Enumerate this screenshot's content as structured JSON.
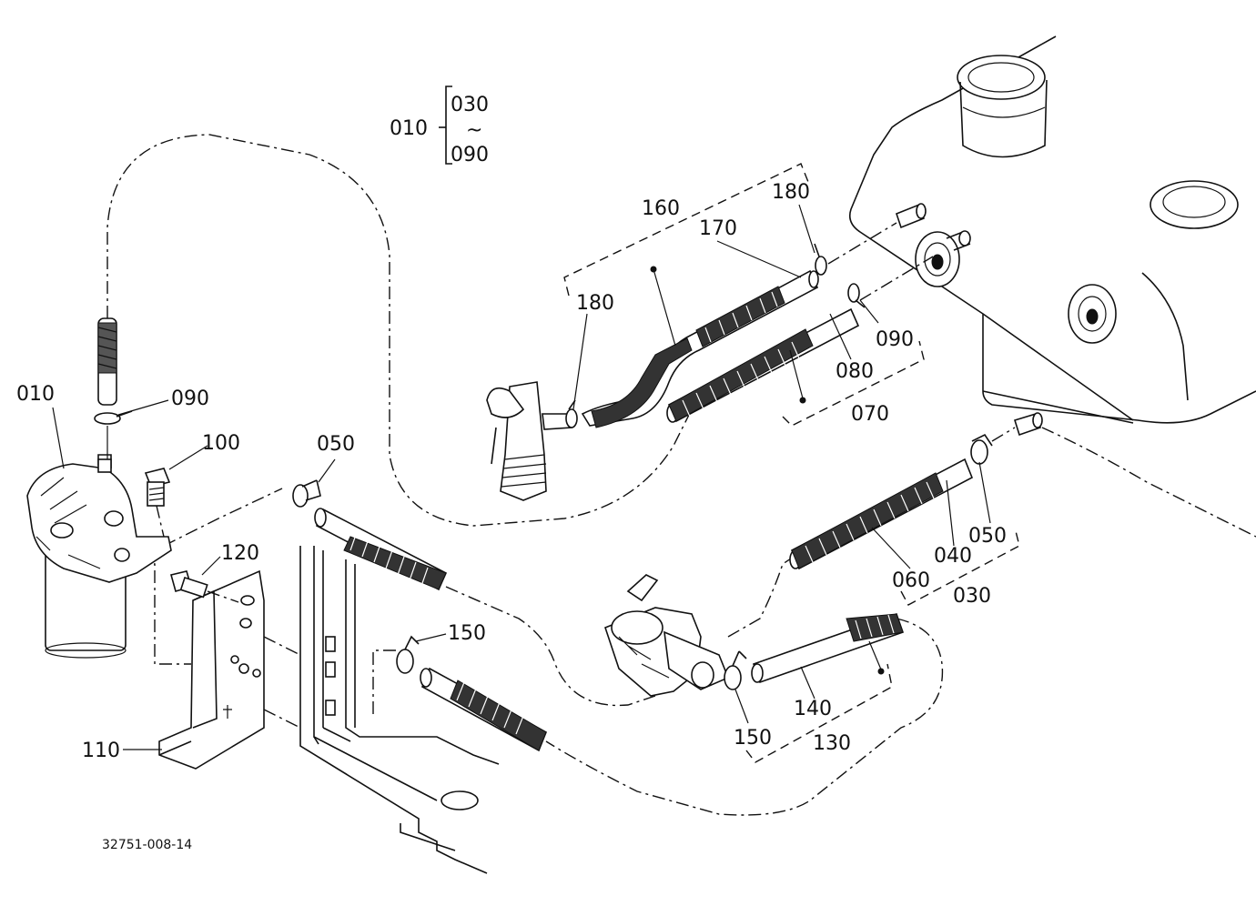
{
  "diagram": {
    "drawing_number": "32751-008-14",
    "group_bracket": {
      "parent": "010",
      "top": "030",
      "tilde": "~",
      "bottom": "090"
    },
    "callouts": [
      {
        "id": "c010",
        "text": "010"
      },
      {
        "id": "c090a",
        "text": "090"
      },
      {
        "id": "c100",
        "text": "100"
      },
      {
        "id": "c050a",
        "text": "050"
      },
      {
        "id": "c120",
        "text": "120"
      },
      {
        "id": "c110",
        "text": "110"
      },
      {
        "id": "c150a",
        "text": "150"
      },
      {
        "id": "c160",
        "text": "160"
      },
      {
        "id": "c170",
        "text": "170"
      },
      {
        "id": "c180a",
        "text": "180"
      },
      {
        "id": "c180b",
        "text": "180"
      },
      {
        "id": "c090b",
        "text": "090"
      },
      {
        "id": "c080",
        "text": "080"
      },
      {
        "id": "c070",
        "text": "070"
      },
      {
        "id": "c050b",
        "text": "050"
      },
      {
        "id": "c040",
        "text": "040"
      },
      {
        "id": "c060",
        "text": "060"
      },
      {
        "id": "c030",
        "text": "030"
      },
      {
        "id": "c140",
        "text": "140"
      },
      {
        "id": "c130",
        "text": "130"
      },
      {
        "id": "c150b",
        "text": "150"
      }
    ]
  }
}
